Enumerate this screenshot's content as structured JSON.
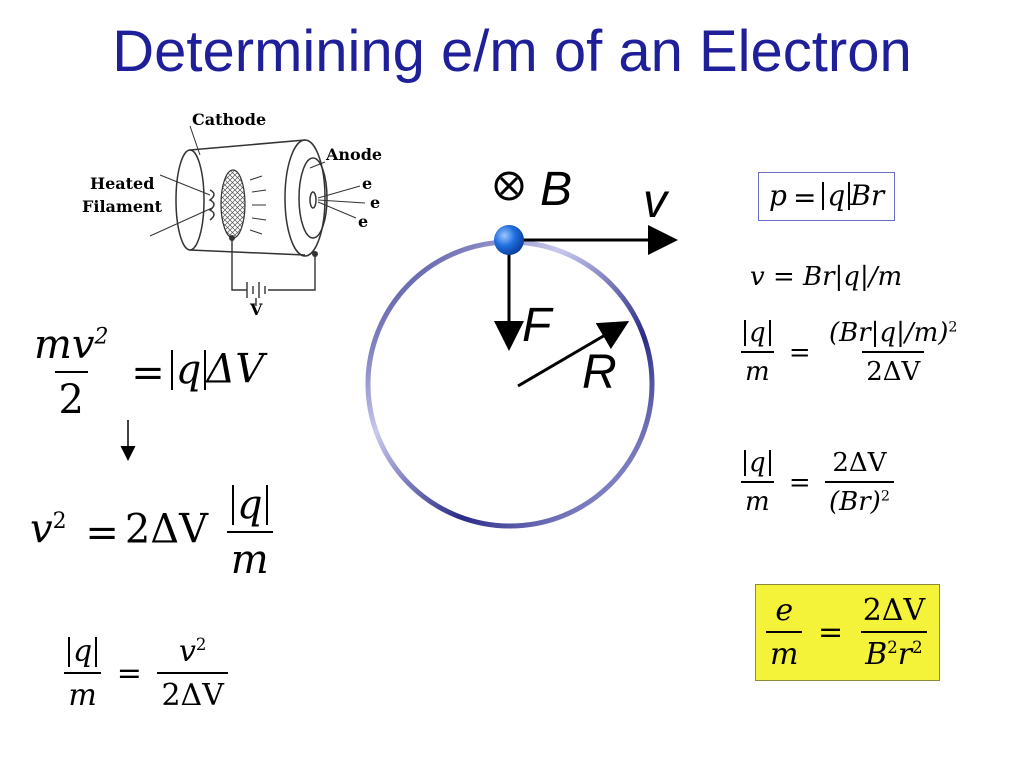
{
  "slide": {
    "title": "Determining e/m of an Electron"
  },
  "tube_diagram": {
    "cathode_label": "Cathode",
    "anode_label": "Anode",
    "filament_label_line1": "Heated",
    "filament_label_line2": "Filament",
    "voltage_label": "V",
    "electron_label": "e"
  },
  "orbit_diagram": {
    "field_label": "B",
    "velocity_label": "v",
    "force_label": "F",
    "radius_label": "R"
  },
  "equations": {
    "energy_lhs_num": "mv",
    "energy_lhs_den": "2",
    "energy_rhs": "ΔV",
    "q": "q",
    "v2_lhs": "v",
    "v2_rhs_coef": "2ΔV",
    "m": "m",
    "v_squared": "v",
    "two_delta_v": "2ΔV",
    "momentum_lhs": "p",
    "momentum_rhs": "Br",
    "velocity_eq": "v = Br|q|/m",
    "ratio_sub_num": "(Br|q|/m)",
    "ratio_final_den": "(Br)",
    "e": "e",
    "final_den": "B",
    "final_den_r": "r",
    "exp2": "2"
  },
  "colors": {
    "title": "#1f1f99",
    "ring": "#2d2d8a",
    "charge": "#1a5fd6",
    "highlight": "#f5f23a"
  }
}
